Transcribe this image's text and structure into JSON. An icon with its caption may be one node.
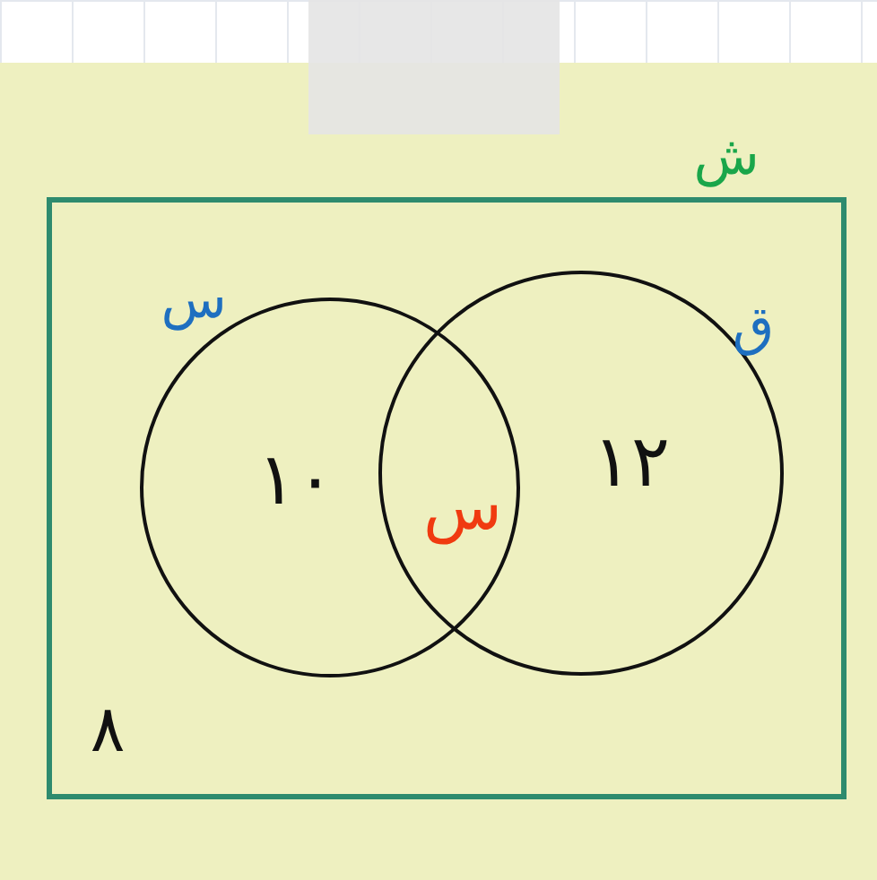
{
  "diagram": {
    "nodes": [
      {
        "text": [
          "ش"
        ]
      },
      {
        "text": [
          "س",
          "١٠"
        ],
        "in": 0
      },
      {
        "text": [
          "ق",
          "١٢"
        ],
        "in": 0
      }
    ],
    "edges": [],
    "labels": [
      "س",
      "٨"
    ]
  }
}
